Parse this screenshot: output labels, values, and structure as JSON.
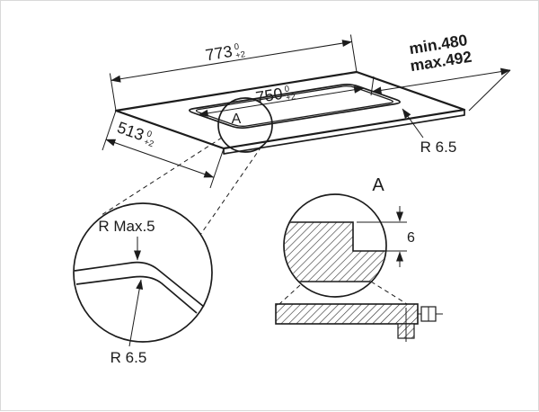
{
  "figure": {
    "type": "hob-installation-diagram",
    "labels": {
      "width_total": "773",
      "width_total_tol_upper": "0",
      "width_total_tol_lower": "+2",
      "cutout_width": "750",
      "cutout_width_tol_upper": "0",
      "cutout_width_tol_lower": "+2",
      "depth_total": "513",
      "depth_total_tol_upper": "0",
      "depth_total_tol_lower": "+2",
      "cutout_depth_min": "min.480",
      "cutout_depth_max": "max.492",
      "corner_radius": "R 6.5",
      "detail_marker": "A",
      "detail_title": "A",
      "edge_radius_max": "R Max.5",
      "edge_radius": "R 6.5",
      "rebate_depth": "6"
    },
    "colors": {
      "line": "#1c1c1c",
      "background": "#ffffff",
      "frame_border": "#d9d9d9"
    }
  }
}
